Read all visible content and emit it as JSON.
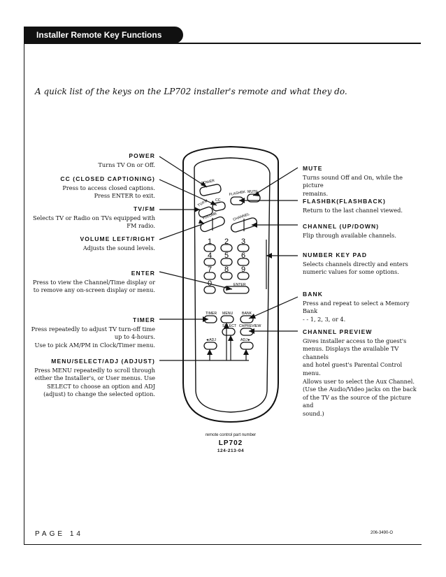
{
  "header": {
    "title": "Installer Remote Key Functions"
  },
  "intro": "A quick list of the keys on the LP702 installer's remote and what they do.",
  "left_labels": [
    {
      "heading": "POWER",
      "text": [
        "Turns TV On or Off."
      ]
    },
    {
      "heading": "CC (CLOSED CAPTIONING)",
      "text": [
        "Press to access closed captions.",
        "Press ENTER to exit."
      ]
    },
    {
      "heading": "TV/FM",
      "text": [
        "Selects TV or Radio on TVs equipped with",
        "FM radio."
      ]
    },
    {
      "heading": "VOLUME LEFT/RIGHT",
      "text": [
        "Adjusts the sound levels."
      ]
    },
    {
      "heading": "ENTER",
      "text": [
        "Press to view the Channel/Time display or",
        "to remove any on-screen display or menu."
      ]
    },
    {
      "heading": "TIMER",
      "text": [
        "Press repeatedly to adjust TV turn-off time",
        "up to 4-hours.",
        "Use to pick AM/PM in Clock/Timer menu."
      ]
    },
    {
      "heading": "MENU/SELECT/ADJ (ADJUST)",
      "text": [
        "Press MENU repeatedly to scroll through",
        "either the Installer's, or User menus. Use",
        "SELECT to choose an option and ADJ",
        "(adjust) to change the selected option."
      ]
    }
  ],
  "right_labels": [
    {
      "heading": "MUTE",
      "text": [
        "Turns sound Off and On, while the picture",
        "remains."
      ]
    },
    {
      "heading": "FLASHBK(FLASHBACK)",
      "text": [
        "Return to the last channel viewed."
      ]
    },
    {
      "heading": "CHANNEL (UP/DOWN)",
      "text": [
        "Flip through available channels."
      ]
    },
    {
      "heading": "NUMBER KEY PAD",
      "text": [
        "Selects channels directly and enters",
        "numeric values for some options."
      ]
    },
    {
      "heading": "BANK",
      "text": [
        "Press and repeat to select a Memory Bank",
        "- - 1, 2, 3, or 4."
      ]
    },
    {
      "heading": "CHANNEL PREVIEW",
      "text": [
        "Gives installer access to the guest's",
        "menus. Displays the available TV channels",
        "and hotel guest's Parental Control menu.",
        "Allows user to select the Aux Channel.",
        "(Use the Audio/Video jacks on the back",
        "of the TV as the source of the picture and",
        "sound.)"
      ]
    }
  ],
  "remote": {
    "power": "POWER",
    "cc": "CC",
    "flashbk": "FLASHBK",
    "mute": "MUTE",
    "tvfm": "TV/FM",
    "volume": "VOLUME",
    "channel": "CHANNEL",
    "digits": [
      "1",
      "2",
      "3",
      "4",
      "5",
      "6",
      "7",
      "8",
      "9",
      "0"
    ],
    "enter": "ENTER",
    "timer": "TIMER",
    "menu": "MENU",
    "bank": "BANK",
    "select": "SELECT",
    "chpreview": "CHPREVIEW",
    "adj_left": "◄ADJ",
    "adj_right": "ADJ►"
  },
  "part": {
    "caption": "remote control part number",
    "model": "LP702",
    "number": "124-213-04"
  },
  "footer": {
    "page": "PAGE 14",
    "code": "206-3490-O"
  }
}
